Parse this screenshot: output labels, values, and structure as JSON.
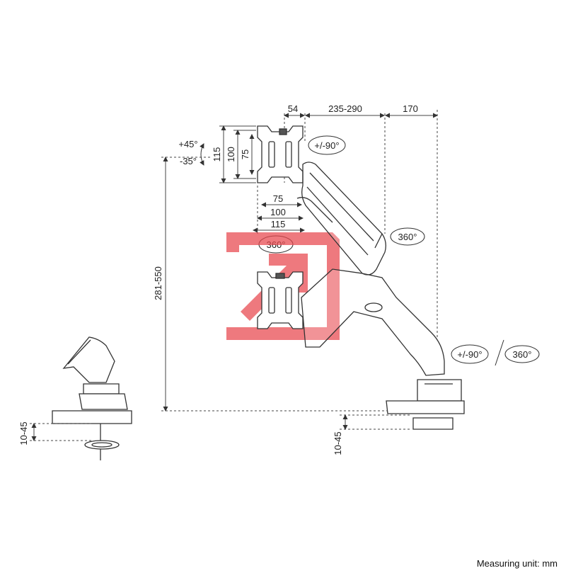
{
  "dimensions": {
    "offset_54": "54",
    "arm_reach": "235-290",
    "base_reach": "170",
    "height_range": "281-550",
    "clamp_thickness_left": "10-45",
    "clamp_thickness_right": "10-45",
    "vesa_h_115": "115",
    "vesa_h_100": "100",
    "vesa_h_75": "75",
    "vesa_w_75": "75",
    "vesa_w_100": "100",
    "vesa_w_115": "115"
  },
  "rotations": {
    "tilt_up": "+45°",
    "tilt_down": "-35°",
    "swivel_head": "+/-90°",
    "rotate_screen": "360°",
    "rotate_elbow": "360°",
    "swivel_base": "+/-90°",
    "rotate_base": "360°"
  },
  "footer": {
    "unit_label": "Measuring unit: mm"
  },
  "colors": {
    "line": "#333333",
    "watermark": "#e8474c"
  }
}
